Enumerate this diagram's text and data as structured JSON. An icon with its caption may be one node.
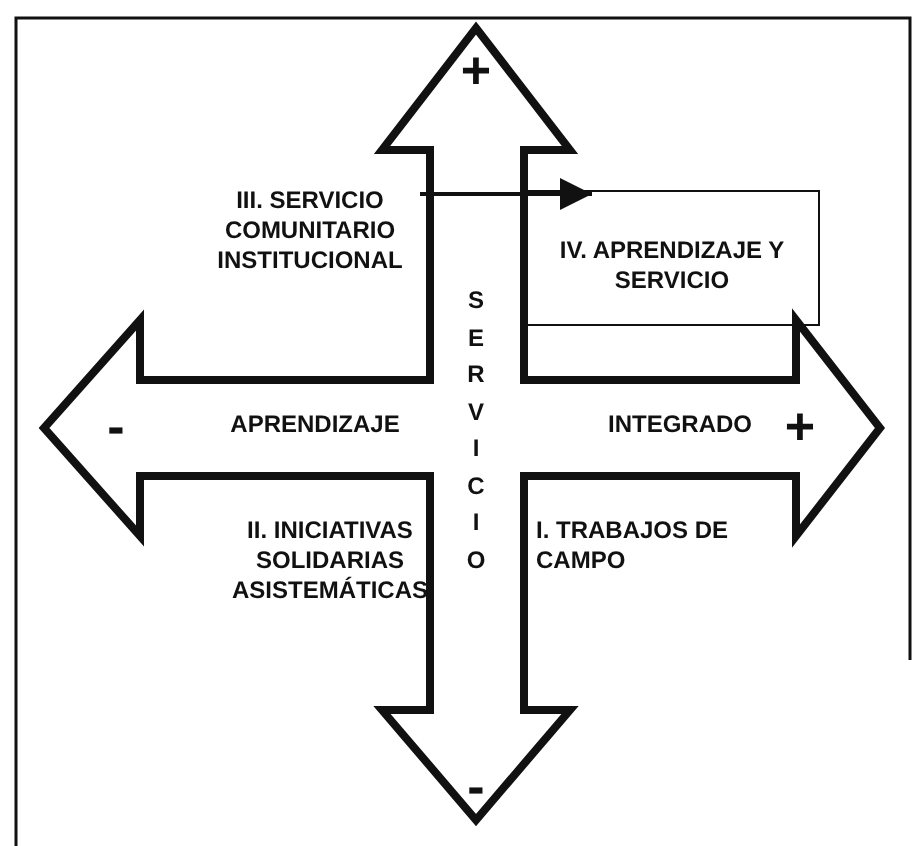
{
  "diagram": {
    "nodes": [
      {
        "text": [
          "III. SERVICIO COMUNITARIO INSTITUCIONAL"
        ]
      },
      {
        "text": [
          "IV. APRENDIZAJE Y SERVICIO"
        ]
      }
    ],
    "edges": [
      {
        "from": 0,
        "to": 1,
        "arrow": "to"
      }
    ],
    "labels": [
      "+",
      "SERVICIO",
      "-",
      "APRENDIZAJE",
      "INTEGRADO",
      "+",
      "II. INICIATIVAS SOLIDARIAS ASISTEMÁTICAS",
      "I. TRABAJOS DE CAMPO",
      "-"
    ]
  }
}
